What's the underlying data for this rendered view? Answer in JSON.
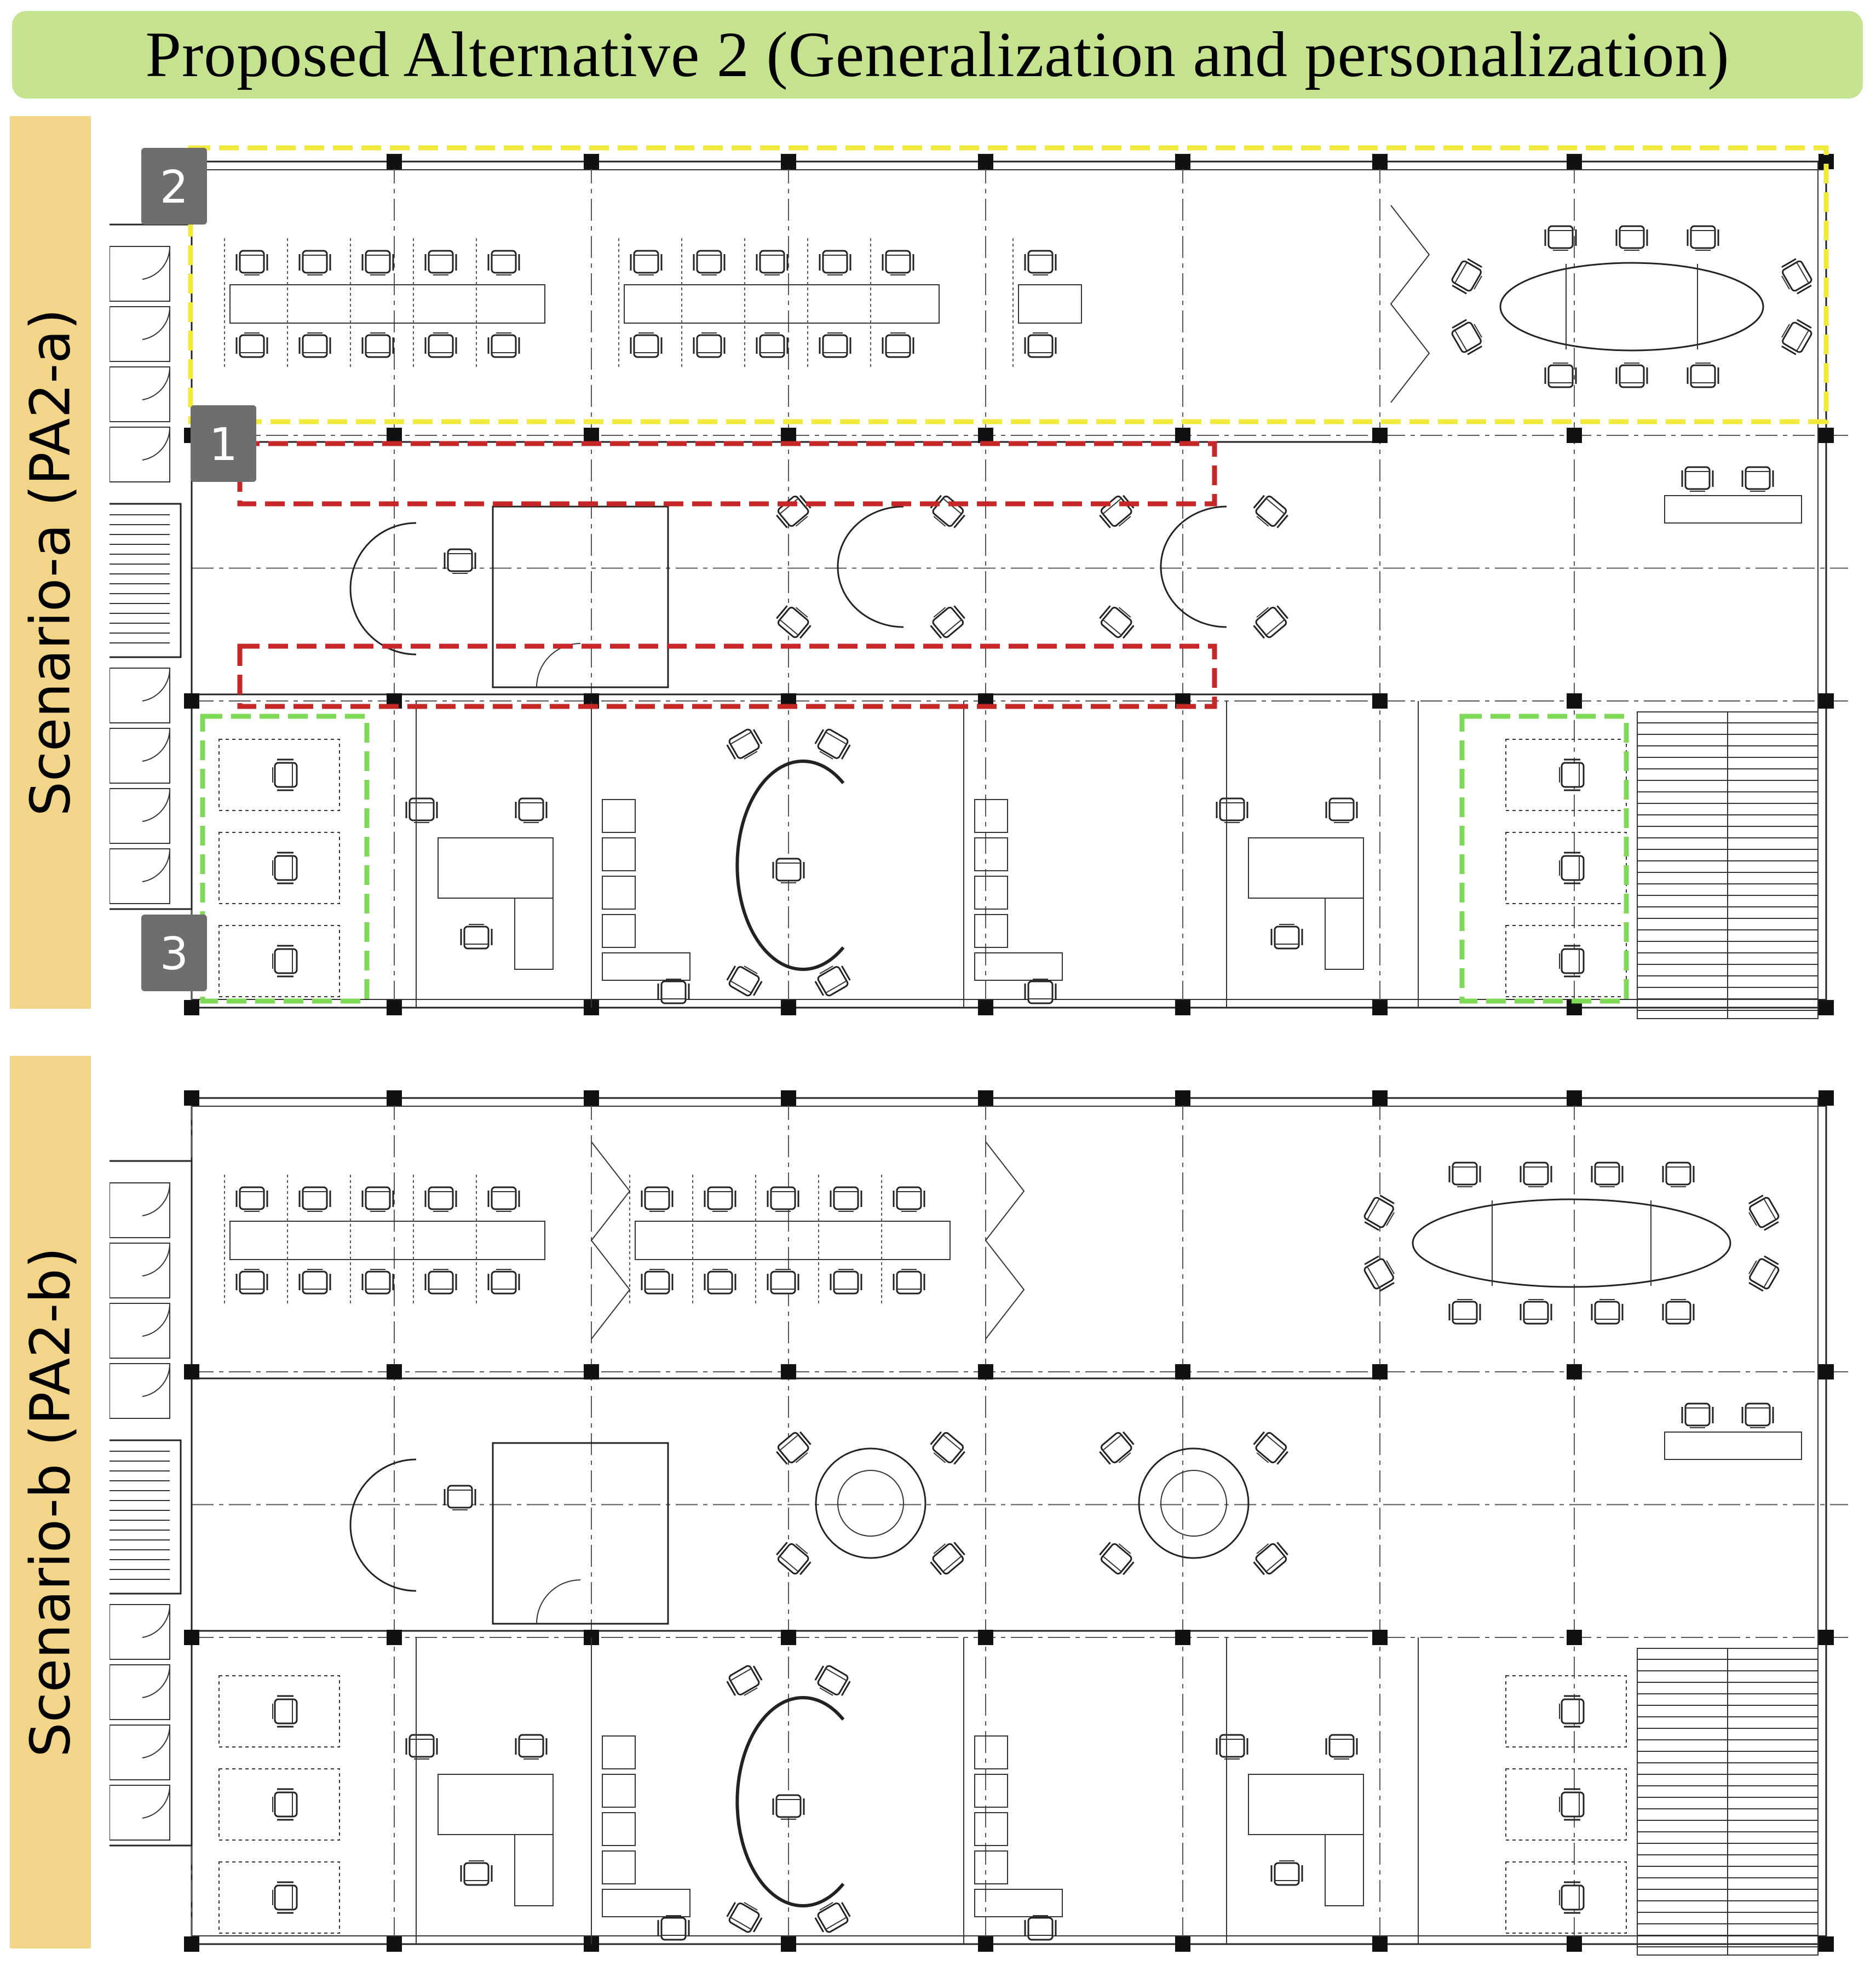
{
  "title": "Proposed Alternative 2 (Generalization and personalization)",
  "scenarios": [
    {
      "label": "Scenario-a (PA2-a)",
      "zones": [
        {
          "number": "1",
          "color": "#c62828"
        },
        {
          "number": "2",
          "color": "#f0ea3c"
        },
        {
          "number": "3",
          "color": "#7ed957"
        }
      ]
    },
    {
      "label": "Scenario-b (PA2-b)"
    }
  ]
}
